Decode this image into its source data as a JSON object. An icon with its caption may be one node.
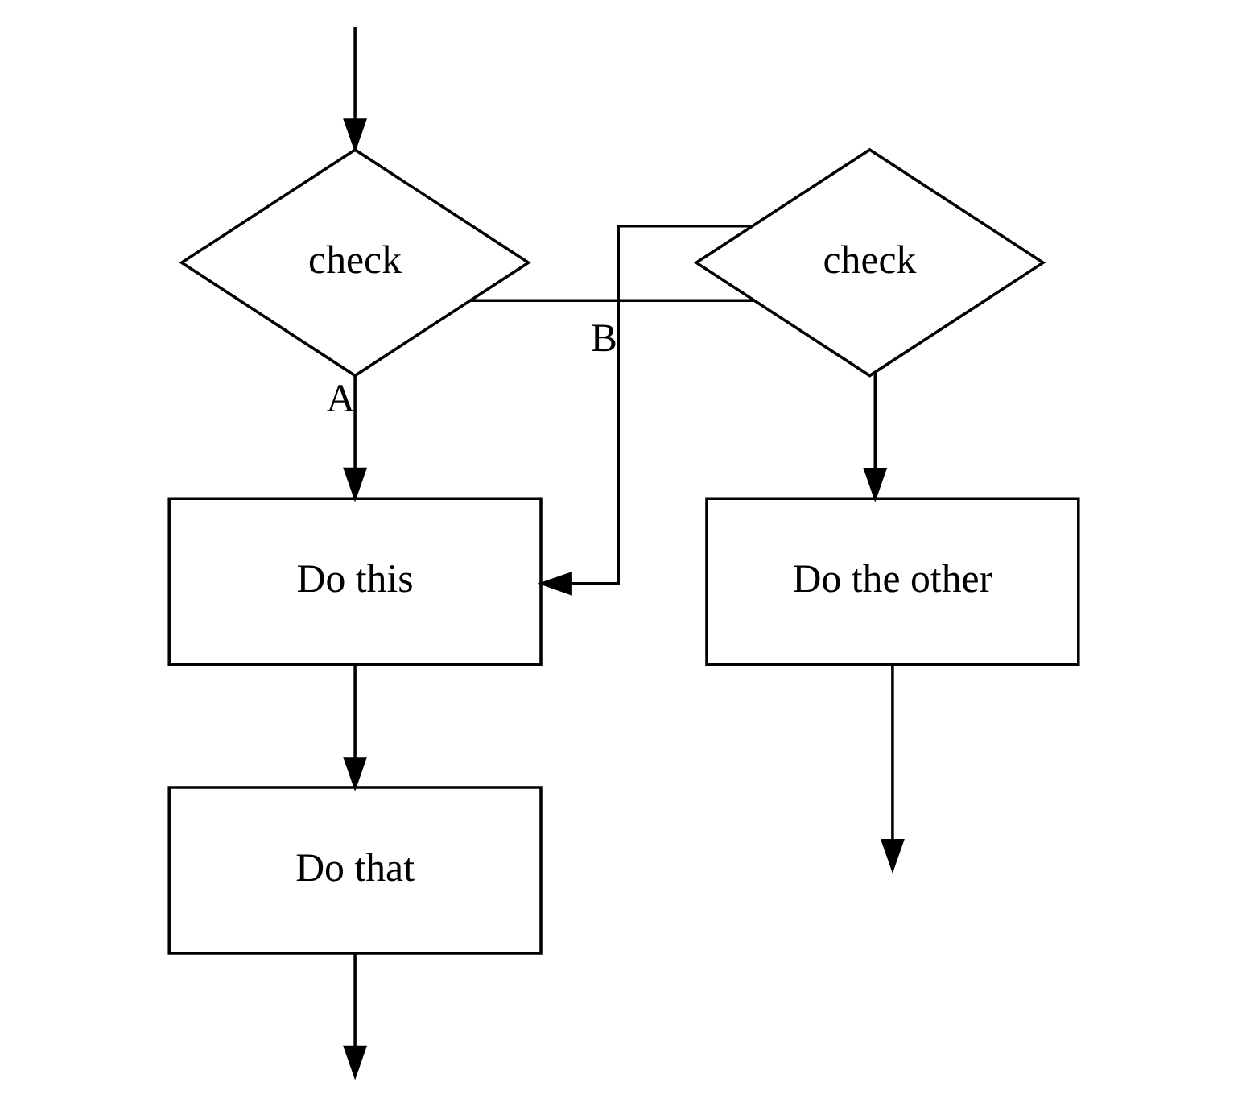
{
  "diagram": {
    "nodes": [
      {
        "text": [
          "check"
        ]
      },
      {
        "text": [
          "check"
        ]
      },
      {
        "text": [
          "Do this"
        ]
      },
      {
        "text": [
          "Do that"
        ]
      },
      {
        "text": [
          "Do the other"
        ]
      }
    ],
    "edges": [
      {
        "from": null,
        "to": 0,
        "arrow": "to"
      },
      {
        "from": 0,
        "to": 1,
        "arrow": "none"
      },
      {
        "from": 0,
        "to": 2,
        "arrow": "to",
        "label": "A"
      },
      {
        "from": 1,
        "to": 2,
        "arrow": "to",
        "label": "B"
      },
      {
        "from": 1,
        "to": 4,
        "arrow": "to"
      },
      {
        "from": 2,
        "to": 3,
        "arrow": "to"
      },
      {
        "from": 3,
        "to": null,
        "arrow": "to"
      },
      {
        "from": 4,
        "to": null,
        "arrow": "to"
      }
    ]
  }
}
